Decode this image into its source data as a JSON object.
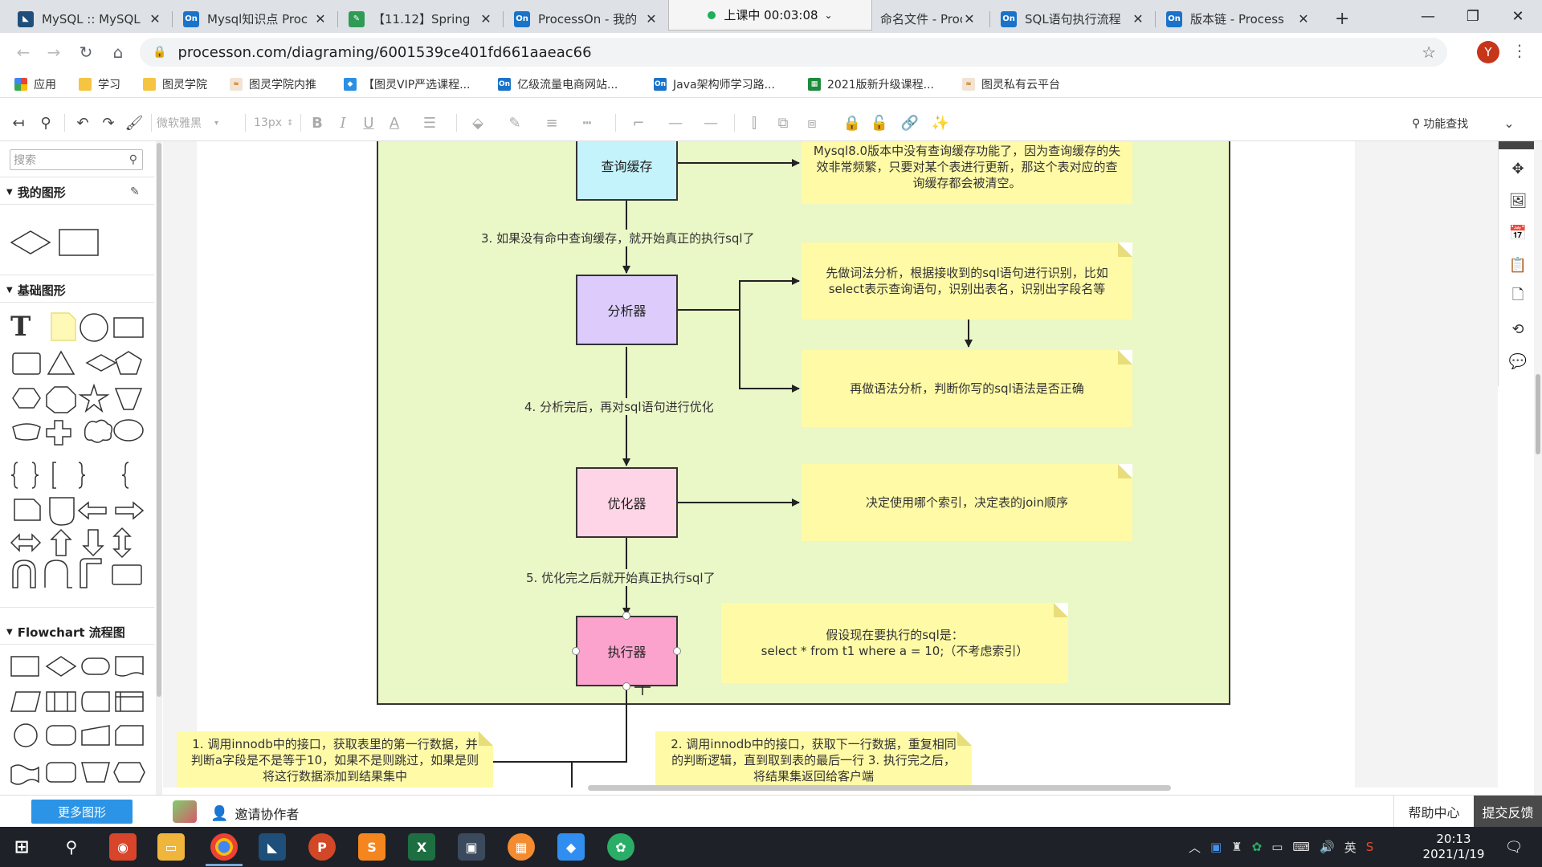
{
  "browser": {
    "tabs": [
      {
        "title": "MySQL :: MySQL",
        "favicon": "mysql-dolphin-icon"
      },
      {
        "title": "Mysql知识点 Proc",
        "favicon": "processon-icon"
      },
      {
        "title": "【11.12】Spring",
        "favicon": "leaf-icon"
      },
      {
        "title": "ProcessOn - 我的",
        "favicon": "processon-icon"
      },
      {
        "title": "命名文件 - Proc",
        "favicon": "processon-icon"
      },
      {
        "title": "SQL语句执行流程",
        "favicon": "processon-icon"
      },
      {
        "title": "版本链 - Process",
        "favicon": "processon-icon"
      }
    ],
    "favicon_text": "On",
    "new_tab": "+",
    "recording_pill": "上课中 00:03:08",
    "address": "processon.com/diagraming/6001539ce401fd661aaeac66",
    "profile_initial": "Y",
    "bookmarks": [
      "应用",
      "学习",
      "图灵学院",
      "图灵学院内推",
      "【图灵VIP严选课程...",
      "亿级流量电商网站...",
      "Java架构师学习路...",
      "2021版新升级课程...",
      "图灵私有云平台"
    ]
  },
  "toolbar": {
    "font_family": "微软雅黑",
    "font_size": "13px",
    "bold": "B",
    "italic": "I",
    "underline": "U",
    "font_color": "A",
    "function_search": "功能查找"
  },
  "sidebar": {
    "search_placeholder": "搜索",
    "my_shapes": "我的图形",
    "basic_shapes": "基础图形",
    "flowchart": "Flowchart 流程图",
    "more_shapes": "更多图形",
    "text_tool": "T"
  },
  "diagram": {
    "nodes": {
      "query_cache": "查询缓存",
      "analyzer": "分析器",
      "optimizer": "优化器",
      "executor": "执行器"
    },
    "edge_labels": {
      "step3": "3. 如果没有命中查询缓存，就开始真正的执行sql了",
      "step4": "4. 分析完后，再对sql语句进行优化",
      "step5": "5. 优化完之后就开始真正执行sql了"
    },
    "notes": {
      "cache_note": "Mysql8.0版本中没有查询缓存功能了，因为查询缓存的失效非常频繁，只要对某个表进行更新，那这个表对应的查询缓存都会被清空。",
      "lexical_note": "先做词法分析，根据接收到的sql语句进行识别，比如select表示查询语句，识别出表名，识别出字段名等",
      "syntax_note": "再做语法分析，判断你写的sql语法是否正确",
      "optimizer_note": "决定使用哪个索引，决定表的join顺序",
      "executor_note_line1": "假设现在要执行的sql是：",
      "executor_note_line2": "select * from t1 where a = 10;（不考虑索引）",
      "innodb_note_1": "1. 调用innodb中的接口，获取表里的第一行数据，并判断a字段是不是等于10，如果不是则跳过，如果是则将这行数据添加到结果集中",
      "innodb_note_2": "2. 调用innodb中的接口，获取下一行数据，重复相同的判断逻辑，直到取到表的最后一行 3. 执行完之后，将结果集返回给客户端"
    }
  },
  "bottom": {
    "invite": "邀请协作者",
    "help_center": "帮助中心",
    "feedback": "提交反馈"
  },
  "taskbar": {
    "time": "20:13",
    "date": "2021/1/19",
    "ime": "英"
  },
  "colors": {
    "container_fill": "#eaf7c7",
    "query_cache_fill": "#c5f3fb",
    "analyzer_fill": "#dccbfb",
    "optimizer_fill": "#fdd5e6",
    "executor_fill": "#fba3cd",
    "note_fill": "#fffaa6",
    "accent_blue": "#2b94e6"
  }
}
